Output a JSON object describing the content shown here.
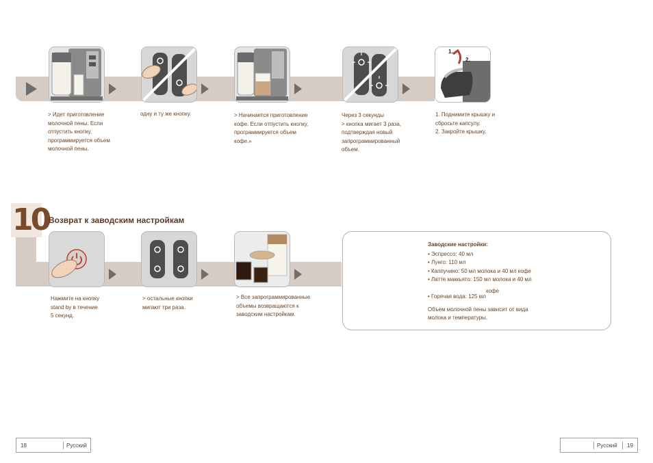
{
  "section": {
    "number": "10",
    "title": "Возврат к заводским настройкам"
  },
  "top_steps": [
    {
      "caption": "> Идет приготовление\nмолочной пены. Если\nотпустить кнопку,\nпрограммируется объем\nмолочной пены."
    },
    {
      "caption": "одну и ту же кнопку."
    },
    {
      "caption": "> Начинается приготовление\nкофе. Если отпустить кнопку,\nпрограммируется объем\n кофе.»"
    },
    {
      "caption": "Через 3 секунды\n> кнопка мигает 3 раза,\nподтверждая новый\nзапрограммированный\nобъем."
    },
    {
      "caption": "1. Поднимите крышку и\nсбросьте капсулу.\n2. Закройте крышку.",
      "marker1": "1.",
      "marker2": "2."
    }
  ],
  "bottom_steps": [
    {
      "caption": "Нажмите на кнопку\nstand by в течение\n5 секунд."
    },
    {
      "caption": "> остальные кнопки\nмигают три раза."
    },
    {
      "caption": "> Все запрограммированные\nобъемы возвращаются к\nзаводским настройкам."
    }
  ],
  "factory_settings": {
    "heading": "Заводские настройки:",
    "items": [
      "• Эспрессо: 40 мл",
      "• Лунго: 110 мл",
      "• Каппучино: 50 мл молока и 40 мл кофе",
      "• Латте маккьято: 150 мл молока и 40 мл"
    ],
    "wrap_word": "кофе",
    "hot_water": "• Горячая вода: 125 мл",
    "note_line1": "Объем молочной пены зависит от вида",
    "note_line2": "молока и температуры."
  },
  "footer": {
    "left_page": "18",
    "left_lang": "Русский",
    "right_lang": "Русский",
    "right_page": "19"
  },
  "colors": {
    "band": "#d6ccc4",
    "text_brown": "#6b4425",
    "number_bg": "#f2e7e0"
  }
}
